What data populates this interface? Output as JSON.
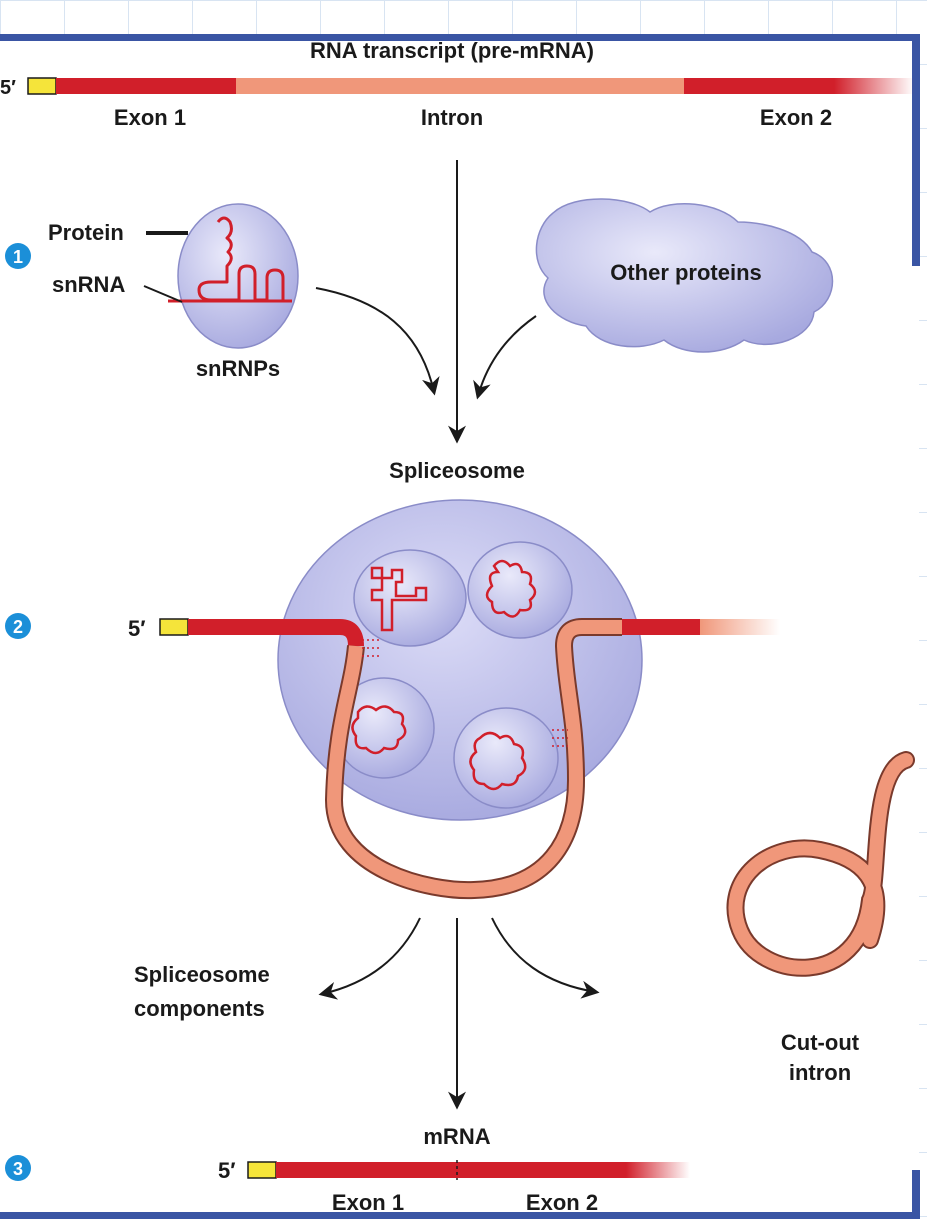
{
  "title": "RNA transcript (pre-mRNA)",
  "five_prime": "5′",
  "exon1": "Exon 1",
  "intron": "Intron",
  "exon2": "Exon 2",
  "step1": "1",
  "step2": "2",
  "step3": "3",
  "protein": "Protein",
  "snrna": "snRNA",
  "snrnps": "snRNPs",
  "other_proteins": "Other proteins",
  "spliceosome": "Spliceosome",
  "spliceosome_components_1": "Spliceosome",
  "spliceosome_components_2": "components",
  "cut_out_1": "Cut-out",
  "cut_out_2": "intron",
  "mrna": "mRNA",
  "colors": {
    "exon": "#d11f2a",
    "intron": "#f0977a",
    "cap": "#f5e43a",
    "complex": "#b4b6e6",
    "border": "#3a55a4",
    "step_circle": "#1b8fd8"
  }
}
